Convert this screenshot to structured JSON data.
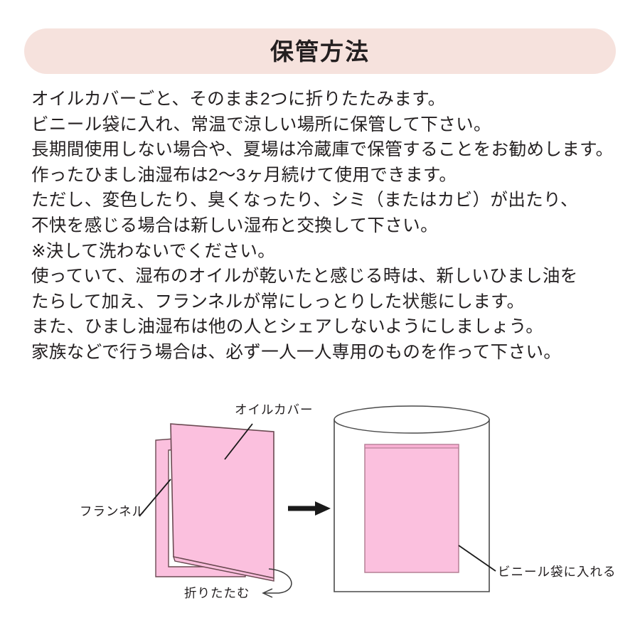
{
  "header": {
    "title": "保管方法",
    "background_color": "#f6e2dd"
  },
  "body_text": {
    "lines": [
      "オイルカバーごと、そのまま2つに折りたたみます。",
      "ビニール袋に入れ、常温で涼しい場所に保管して下さい。",
      "長期間使用しない場合や、夏場は冷蔵庫で保管することをお勧めします。",
      "作ったひまし油湿布は2〜3ヶ月続けて使用できます。",
      "ただし、変色したり、臭くなったり、シミ（またはカビ）が出たり、",
      "不快を感じる場合は新しい湿布と交換して下さい。",
      "※決して洗わないでください。",
      "使っていて、湿布のオイルが乾いたと感じる時は、新しいひまし油を",
      "たらして加え、フランネルが常にしっとりした状態にします。",
      "また、ひまし油湿布は他の人とシェアしないようにしましょう。",
      "家族などで行う場合は、必ず一人一人専用のものを作って下さい。"
    ]
  },
  "diagram": {
    "colors": {
      "sheet_pink": "#fbc0de",
      "sheet_outline": "#6b4a52",
      "bag_outline": "#4a4a4a",
      "arrow": "#1a1a1a"
    },
    "labels": {
      "oil_cover": "オイルカバー",
      "flannel": "フランネル",
      "fold": "折りたたむ",
      "put_in_plastic_bag": "ビニール袋に入れる"
    }
  }
}
